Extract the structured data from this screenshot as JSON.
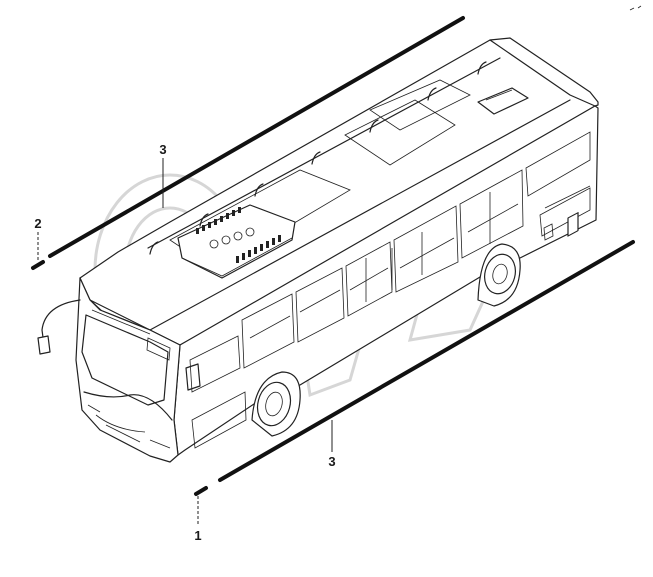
{
  "diagram": {
    "callouts": [
      {
        "id": "c1",
        "label": "1"
      },
      {
        "id": "c2",
        "label": "2"
      },
      {
        "id": "c3a",
        "label": "3"
      },
      {
        "id": "c3b",
        "label": "3"
      }
    ]
  },
  "icons": {
    "bus": "bus-icon",
    "watermark": "watermark-logo"
  },
  "colors": {
    "line": "#222222",
    "background": "#ffffff",
    "watermark": "#d9d9d9"
  }
}
